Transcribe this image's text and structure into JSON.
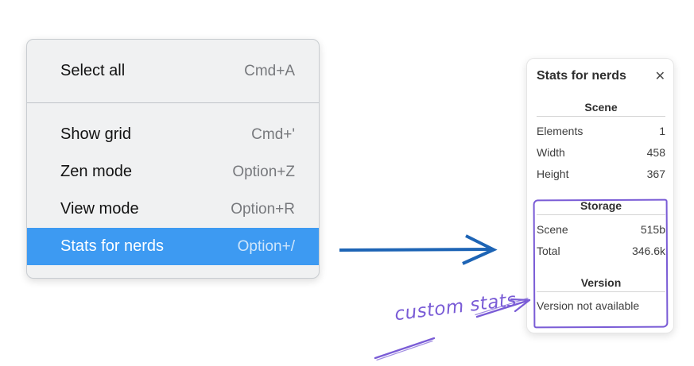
{
  "menu": {
    "groups": [
      {
        "items": [
          {
            "label": "Select all",
            "shortcut": "Cmd+A",
            "highlighted": false
          }
        ]
      },
      {
        "items": [
          {
            "label": "Show grid",
            "shortcut": "Cmd+'",
            "highlighted": false
          },
          {
            "label": "Zen mode",
            "shortcut": "Option+Z",
            "highlighted": false
          },
          {
            "label": "View mode",
            "shortcut": "Option+R",
            "highlighted": false
          },
          {
            "label": "Stats for nerds",
            "shortcut": "Option+/",
            "highlighted": true
          }
        ]
      }
    ]
  },
  "stats_panel": {
    "title": "Stats for nerds",
    "sections": {
      "scene": {
        "heading": "Scene",
        "rows": [
          {
            "label": "Elements",
            "value": "1"
          },
          {
            "label": "Width",
            "value": "458"
          },
          {
            "label": "Height",
            "value": "367"
          }
        ]
      },
      "storage": {
        "heading": "Storage",
        "rows": [
          {
            "label": "Scene",
            "value": "515b"
          },
          {
            "label": "Total",
            "value": "346.6k"
          }
        ]
      },
      "version": {
        "heading": "Version",
        "note": "Version not available"
      }
    }
  },
  "annotation": {
    "label": "custom stats"
  },
  "icons": {
    "close": "✕"
  },
  "colors": {
    "menu_highlight": "#3d9af2",
    "arrow_blue": "#1d64b5",
    "annotation_purple": "#7a5cd6"
  }
}
